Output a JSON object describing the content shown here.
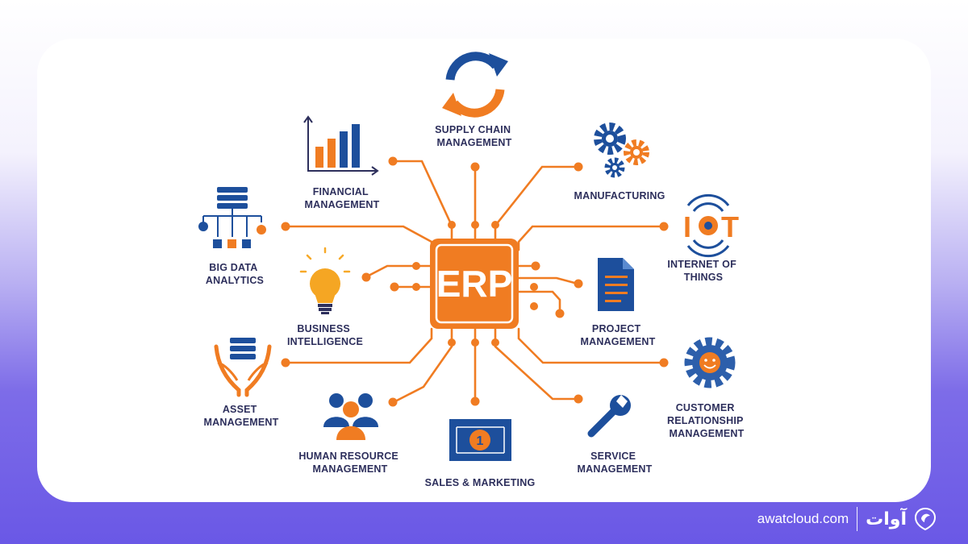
{
  "center": {
    "label": "ERP"
  },
  "modules": {
    "supply_chain": [
      "SUPPLY CHAIN",
      "MANAGEMENT"
    ],
    "financial": [
      "FINANCIAL",
      "MANAGEMENT"
    ],
    "manufacturing": [
      "MANUFACTURING"
    ],
    "big_data": [
      "BIG DATA",
      "ANALYTICS"
    ],
    "iot": [
      "INTERNET OF",
      "THINGS"
    ],
    "business_intelligence": [
      "BUSINESS",
      "INTELLIGENCE"
    ],
    "project": [
      "PROJECT",
      "MANAGEMENT"
    ],
    "asset": [
      "ASSET",
      "MANAGEMENT"
    ],
    "crm": [
      "CUSTOMER",
      "RELATIONSHIP",
      "MANAGEMENT"
    ],
    "human_resource": [
      "HUMAN RESOURCE",
      "MANAGEMENT"
    ],
    "service": [
      "SERVICE",
      "MANAGEMENT"
    ],
    "sales": [
      "SALES & MARKETING"
    ]
  },
  "icons": {
    "supply_chain": "refresh-arrows-icon",
    "financial": "bar-chart-icon",
    "manufacturing": "gears-icon",
    "big_data": "data-hierarchy-icon",
    "iot": "iot-signal-icon",
    "business_intelligence": "lightbulb-icon",
    "project": "document-icon",
    "asset": "hands-database-icon",
    "crm": "smiley-gear-icon",
    "human_resource": "team-icon",
    "service": "wrench-icon",
    "sales": "banknote-icon"
  },
  "iot_glyph": {
    "left": "I",
    "right": "T"
  },
  "sales_glyph": "1",
  "colors": {
    "orange": "#f07c22",
    "navy": "#1d4f9c",
    "text": "#2d2f5c"
  },
  "brand": {
    "url": "awatcloud.com",
    "name": "آوات"
  }
}
